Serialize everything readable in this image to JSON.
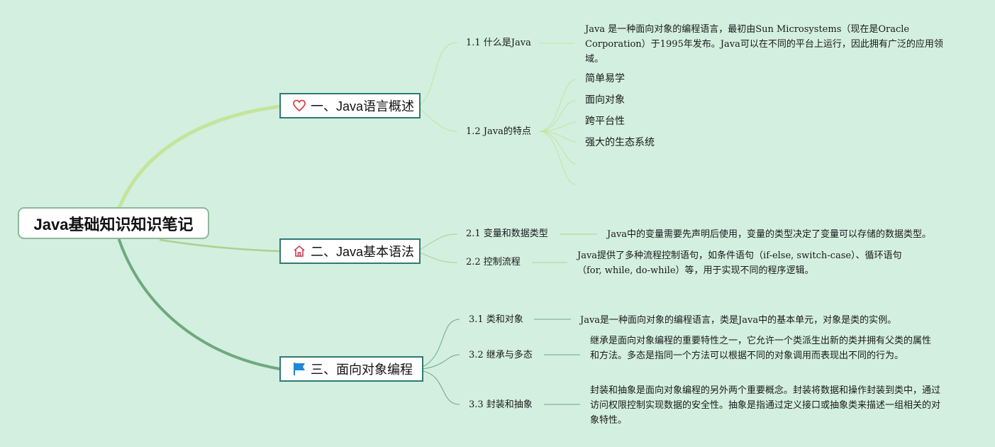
{
  "root": {
    "title": "Java基础知识知识笔记"
  },
  "branches": [
    {
      "label": "一、Java语言概述",
      "icon": "heart-icon",
      "subs": [
        {
          "label": "1.1 什么是Java",
          "desc": "Java 是一种面向对象的编程语言，最初由Sun Microsystems（现在是Oracle Corporation）于1995年发布。Java可以在不同的平台上运行，因此拥有广泛的应用领域。"
        },
        {
          "label": "1.2 Java的特点",
          "items": [
            "简单易学",
            "面向对象",
            "跨平台性",
            "强大的生态系统"
          ]
        }
      ]
    },
    {
      "label": "二、Java基本语法",
      "icon": "home-icon",
      "subs": [
        {
          "label": "2.1 变量和数据类型",
          "desc": "Java中的变量需要先声明后使用，变量的类型决定了变量可以存储的数据类型。"
        },
        {
          "label": "2.2 控制流程",
          "desc": "Java提供了多种流程控制语句，如条件语句（if-else, switch-case）、循环语句（for, while, do-while）等，用于实现不同的程序逻辑。"
        }
      ]
    },
    {
      "label": "三、面向对象编程",
      "icon": "flag-icon",
      "subs": [
        {
          "label": "3.1 类和对象",
          "desc": "Java是一种面向对象的编程语言，类是Java中的基本单元，对象是类的实例。"
        },
        {
          "label": "3.2 继承与多态",
          "desc": "继承是面向对象编程的重要特性之一，它允许一个类派生出新的类并拥有父类的属性和方法。多态是指同一个方法可以根据不同的对象调用而表现出不同的行为。"
        },
        {
          "label": "3.3 封装和抽象",
          "desc": "封装和抽象是面向对象编程的另外两个重要概念。封装将数据和操作封装到类中，通过访问权限控制实现数据的安全性。抽象是指通过定义接口或抽象类来描述一组相关的对象特性。"
        }
      ]
    }
  ],
  "colors": {
    "background": "#d3efe0",
    "branch1_link": "#c3e59a",
    "branch2_link": "#a9d48c",
    "branch3_link": "#6fa97e",
    "branch_border": "#2f7a74",
    "heart": "#d64545",
    "home": "#c8475f",
    "flag": "#1e88d6"
  }
}
